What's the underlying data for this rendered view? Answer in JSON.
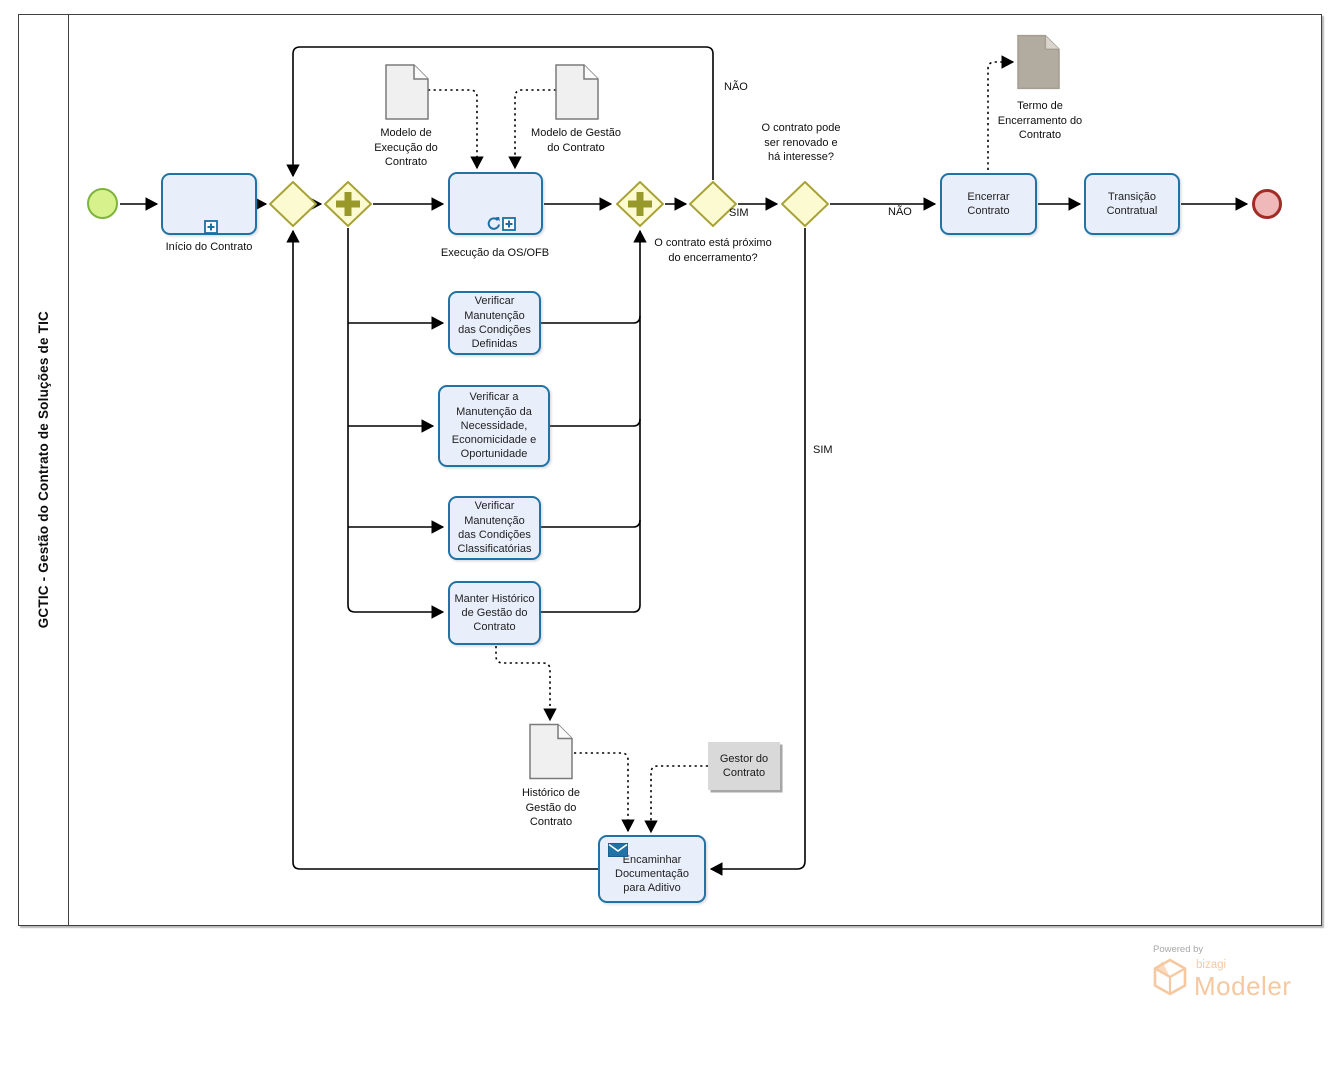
{
  "pool": {
    "lane_title": "GCTIC - Gestão do Contrato de Soluções de TIC"
  },
  "nodes": {
    "inicio": "Início do Contrato",
    "execucao": "Execução da OS/OFB",
    "doc_modelo_execucao": "Modelo de Execução do Contrato",
    "doc_modelo_gestao": "Modelo de Gestão do Contrato",
    "gw_proximo": "O contrato está próximo do encerramento?",
    "gw_renovado": "O contrato pode ser renovado e há interesse?",
    "encerrar": "Encerrar Contrato",
    "transicao": "Transição Contratual",
    "doc_termo": "Termo de Encerramento do Contrato",
    "verificar_condicoes_definidas": "Verificar Manutenção das Condições Definidas",
    "verificar_necessidade": "Verificar a Manutenção da Necessidade, Economicidade e Oportunidade",
    "verificar_classificatorias": "Verificar Manutenção das Condições Classificatórias",
    "manter_historico": "Manter Histórico de Gestão do Contrato",
    "doc_historico": "Histórico de Gestão do Contrato",
    "gestor": "Gestor do Contrato",
    "encaminhar": "Encaminhar Documentação para Aditivo"
  },
  "flow_labels": {
    "nao_loop": "NÃO",
    "sim_proximo": "SIM",
    "nao_renovado": "NÃO",
    "sim_renovado": "SIM"
  },
  "footer": {
    "powered_by": "Powered by",
    "brand": "bizagi",
    "product": "Modeler"
  },
  "colors": {
    "task_fill": "#e9eefb",
    "task_border": "#2273a5",
    "gateway_fill": "#fbfad1",
    "gateway_border": "#a8a236",
    "gateway_marker": "#99992b",
    "start_fill": "#d7f18d",
    "start_border": "#7eb43a",
    "end_fill": "#efb9b9",
    "end_border": "#a32b26",
    "doc_fill": "#f0f0f0",
    "doc_border": "#7a7a7a",
    "termo_fill": "#b2aba0",
    "annotation_fill": "#d9d9d9",
    "brand_orange": "#f6c8a0"
  }
}
